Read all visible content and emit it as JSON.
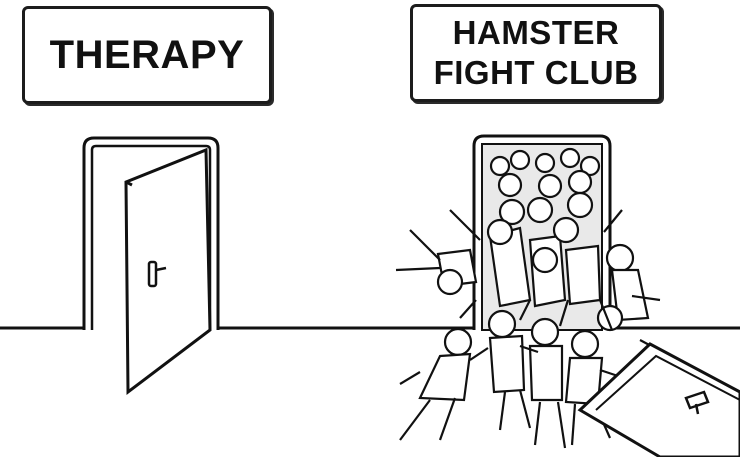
{
  "signs": {
    "left": "THERAPY",
    "right_line1": "HAMSTER",
    "right_line2": "FIGHT CLUB"
  },
  "colors": {
    "ink": "#111111",
    "background": "#ffffff"
  },
  "icons": [
    "door-handle-icon",
    "crowd-illustration"
  ]
}
